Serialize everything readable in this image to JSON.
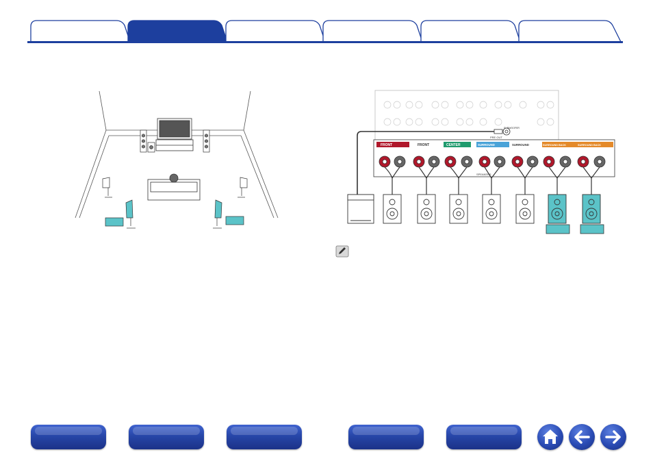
{
  "tabs": [
    {
      "label": "",
      "active": false
    },
    {
      "label": "",
      "active": true
    },
    {
      "label": "",
      "active": false
    },
    {
      "label": "",
      "active": false
    },
    {
      "label": "",
      "active": false
    },
    {
      "label": "",
      "active": false
    }
  ],
  "colors": {
    "accent": "#1d3f9e",
    "tab_inactive": "#ffffff",
    "tab_active": "#1d3f9e",
    "highlight_speaker": "#5bc3c8",
    "terminal_red": "#b0182b",
    "center_green": "#1f9b6e",
    "surround_blue": "#4aa3d8",
    "surround_back_orange": "#e48a2a"
  },
  "receiver": {
    "terminal_labels": [
      "FRONT",
      "FRONT",
      "CENTER",
      "SURROUND",
      "SURROUND",
      "SURROUND BACK",
      "SURROUND BACK"
    ],
    "speakers_label": "SPEAKERS",
    "pre_out_label": "PRE OUT",
    "subwoofer_label": "SUBWOOFER"
  },
  "icons": {
    "note": "pencil-note-icon",
    "home": "home-icon",
    "back": "arrow-left-icon",
    "forward": "arrow-right-icon"
  },
  "bottom_nav": [
    {
      "label": ""
    },
    {
      "label": ""
    },
    {
      "label": ""
    },
    {
      "label": ""
    },
    {
      "label": ""
    }
  ]
}
